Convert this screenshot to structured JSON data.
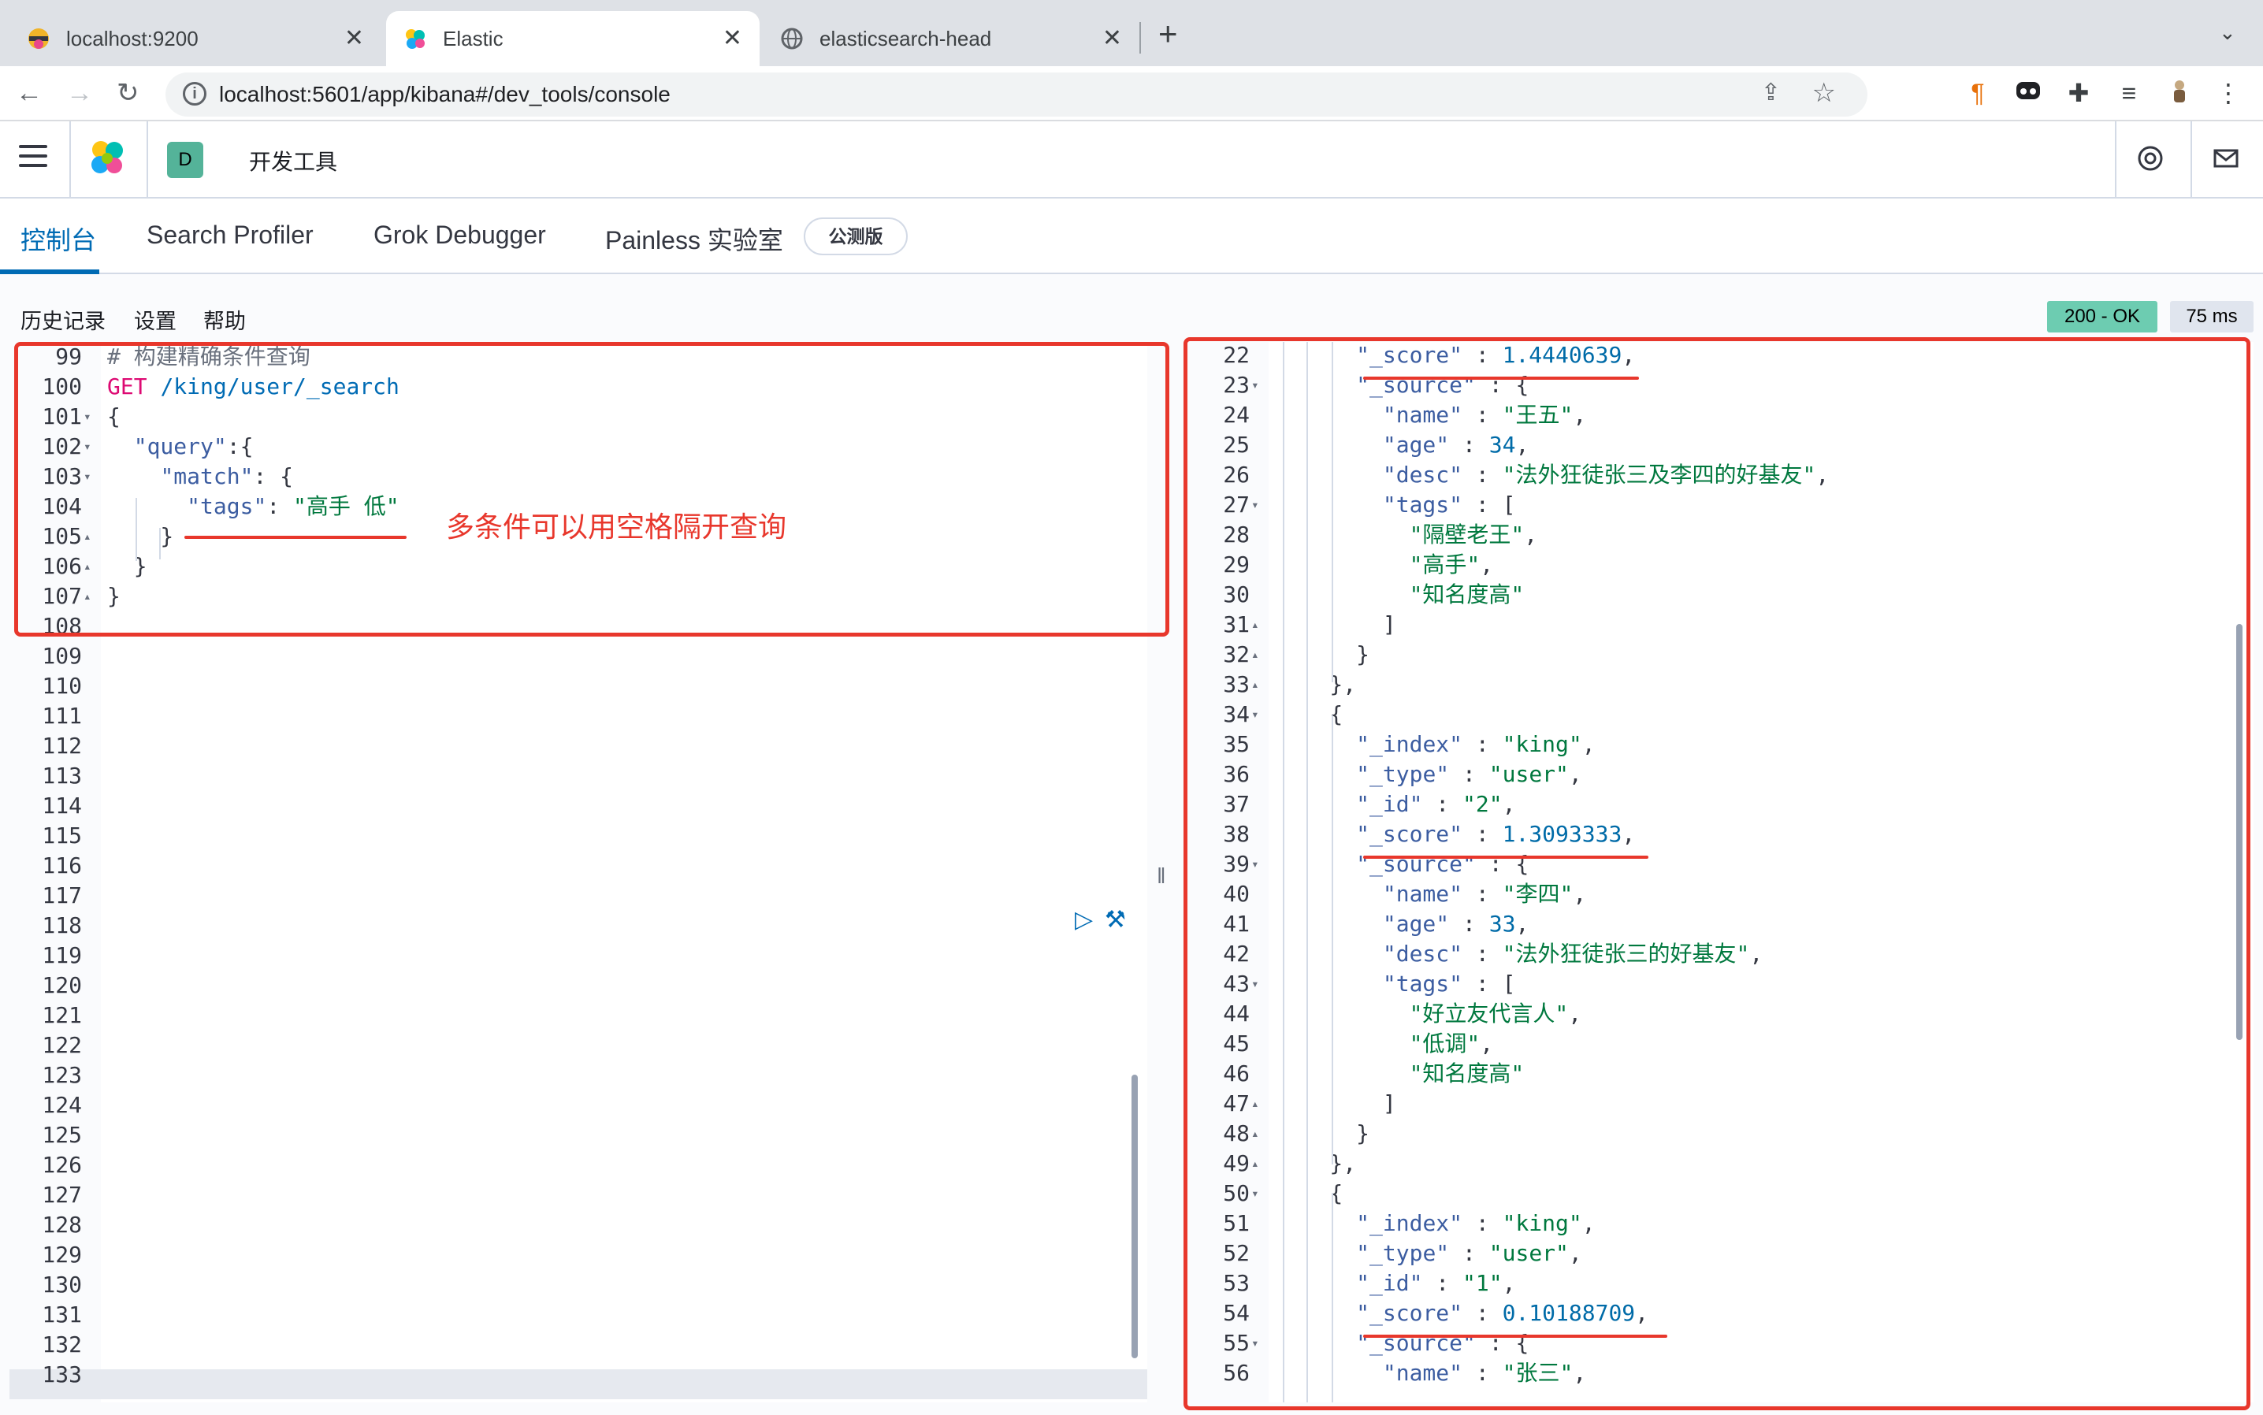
{
  "browser": {
    "tabs": [
      {
        "title": "localhost:9200",
        "active": false
      },
      {
        "title": "Elastic",
        "active": true
      },
      {
        "title": "elasticsearch-head",
        "active": false
      }
    ],
    "url": "localhost:5601/app/kibana#/dev_tools/console"
  },
  "header": {
    "space_initial": "D",
    "title": "开发工具"
  },
  "subtabs": [
    "控制台",
    "Search Profiler",
    "Grok Debugger",
    "Painless 实验室"
  ],
  "beta_badge": "公测版",
  "console_menu": [
    "历史记录",
    "设置",
    "帮助"
  ],
  "response_status": {
    "status": "200 - OK",
    "time": "75 ms"
  },
  "annotation": "多条件可以用空格隔开查询",
  "colors": {
    "accent": "#006bb4",
    "annotation_red": "#e8372c",
    "status_green": "#6dccb1"
  },
  "editor": {
    "lines": [
      {
        "n": "99",
        "fold": "",
        "segs": [
          [
            "c",
            "# 构建精确条件查询"
          ]
        ]
      },
      {
        "n": "100",
        "fold": "",
        "segs": [
          [
            "m",
            "GET"
          ],
          [
            "p",
            " "
          ],
          [
            "u",
            "/king/user/_search"
          ]
        ]
      },
      {
        "n": "101",
        "fold": "▾",
        "segs": [
          [
            "p",
            "{"
          ]
        ]
      },
      {
        "n": "102",
        "fold": "▾",
        "segs": [
          [
            "p",
            "  "
          ],
          [
            "k",
            "\"query\""
          ],
          [
            "p",
            ":{"
          ]
        ]
      },
      {
        "n": "103",
        "fold": "▾",
        "segs": [
          [
            "p",
            "    "
          ],
          [
            "k",
            "\"match\""
          ],
          [
            "p",
            ": {"
          ]
        ]
      },
      {
        "n": "104",
        "fold": "",
        "segs": [
          [
            "p",
            "      "
          ],
          [
            "k",
            "\"tags\""
          ],
          [
            "p",
            ": "
          ],
          [
            "s",
            "\"高手 低\""
          ]
        ]
      },
      {
        "n": "105",
        "fold": "▴",
        "segs": [
          [
            "p",
            "    }"
          ]
        ]
      },
      {
        "n": "106",
        "fold": "▴",
        "segs": [
          [
            "p",
            "  }"
          ]
        ]
      },
      {
        "n": "107",
        "fold": "▴",
        "segs": [
          [
            "p",
            "}"
          ]
        ]
      },
      {
        "n": "108",
        "fold": "",
        "segs": []
      },
      {
        "n": "109",
        "fold": "",
        "segs": []
      },
      {
        "n": "110",
        "fold": "",
        "segs": []
      },
      {
        "n": "111",
        "fold": "",
        "segs": []
      },
      {
        "n": "112",
        "fold": "",
        "segs": []
      },
      {
        "n": "113",
        "fold": "",
        "segs": []
      },
      {
        "n": "114",
        "fold": "",
        "segs": []
      },
      {
        "n": "115",
        "fold": "",
        "segs": []
      },
      {
        "n": "116",
        "fold": "",
        "segs": []
      },
      {
        "n": "117",
        "fold": "",
        "segs": []
      },
      {
        "n": "118",
        "fold": "",
        "segs": []
      },
      {
        "n": "119",
        "fold": "",
        "segs": []
      },
      {
        "n": "120",
        "fold": "",
        "segs": []
      },
      {
        "n": "121",
        "fold": "",
        "segs": []
      },
      {
        "n": "122",
        "fold": "",
        "segs": []
      },
      {
        "n": "123",
        "fold": "",
        "segs": []
      },
      {
        "n": "124",
        "fold": "",
        "segs": []
      },
      {
        "n": "125",
        "fold": "",
        "segs": []
      },
      {
        "n": "126",
        "fold": "",
        "segs": []
      },
      {
        "n": "127",
        "fold": "",
        "segs": []
      },
      {
        "n": "128",
        "fold": "",
        "segs": []
      },
      {
        "n": "129",
        "fold": "",
        "segs": []
      },
      {
        "n": "130",
        "fold": "",
        "segs": []
      },
      {
        "n": "131",
        "fold": "",
        "segs": []
      },
      {
        "n": "132",
        "fold": "",
        "segs": []
      },
      {
        "n": "133",
        "fold": "",
        "segs": []
      }
    ]
  },
  "output": {
    "lines": [
      {
        "n": "22",
        "fold": "",
        "segs": [
          [
            "p",
            "      "
          ],
          [
            "k",
            "\"_score\""
          ],
          [
            "p",
            " : "
          ],
          [
            "n",
            "1.4440639"
          ],
          [
            "p",
            ","
          ]
        ]
      },
      {
        "n": "23",
        "fold": "▾",
        "segs": [
          [
            "p",
            "      "
          ],
          [
            "k",
            "\"_source\""
          ],
          [
            "p",
            " : {"
          ]
        ]
      },
      {
        "n": "24",
        "fold": "",
        "segs": [
          [
            "p",
            "        "
          ],
          [
            "k",
            "\"name\""
          ],
          [
            "p",
            " : "
          ],
          [
            "s",
            "\"王五\""
          ],
          [
            "p",
            ","
          ]
        ]
      },
      {
        "n": "25",
        "fold": "",
        "segs": [
          [
            "p",
            "        "
          ],
          [
            "k",
            "\"age\""
          ],
          [
            "p",
            " : "
          ],
          [
            "n",
            "34"
          ],
          [
            "p",
            ","
          ]
        ]
      },
      {
        "n": "26",
        "fold": "",
        "segs": [
          [
            "p",
            "        "
          ],
          [
            "k",
            "\"desc\""
          ],
          [
            "p",
            " : "
          ],
          [
            "s",
            "\"法外狂徒张三及李四的好基友\""
          ],
          [
            "p",
            ","
          ]
        ]
      },
      {
        "n": "27",
        "fold": "▾",
        "segs": [
          [
            "p",
            "        "
          ],
          [
            "k",
            "\"tags\""
          ],
          [
            "p",
            " : ["
          ]
        ]
      },
      {
        "n": "28",
        "fold": "",
        "segs": [
          [
            "p",
            "          "
          ],
          [
            "s",
            "\"隔壁老王\""
          ],
          [
            "p",
            ","
          ]
        ]
      },
      {
        "n": "29",
        "fold": "",
        "segs": [
          [
            "p",
            "          "
          ],
          [
            "s",
            "\"高手\""
          ],
          [
            "p",
            ","
          ]
        ]
      },
      {
        "n": "30",
        "fold": "",
        "segs": [
          [
            "p",
            "          "
          ],
          [
            "s",
            "\"知名度高\""
          ]
        ]
      },
      {
        "n": "31",
        "fold": "▴",
        "segs": [
          [
            "p",
            "        ]"
          ]
        ]
      },
      {
        "n": "32",
        "fold": "▴",
        "segs": [
          [
            "p",
            "      }"
          ]
        ]
      },
      {
        "n": "33",
        "fold": "▴",
        "segs": [
          [
            "p",
            "    },"
          ]
        ]
      },
      {
        "n": "34",
        "fold": "▾",
        "segs": [
          [
            "p",
            "    {"
          ]
        ]
      },
      {
        "n": "35",
        "fold": "",
        "segs": [
          [
            "p",
            "      "
          ],
          [
            "k",
            "\"_index\""
          ],
          [
            "p",
            " : "
          ],
          [
            "s",
            "\"king\""
          ],
          [
            "p",
            ","
          ]
        ]
      },
      {
        "n": "36",
        "fold": "",
        "segs": [
          [
            "p",
            "      "
          ],
          [
            "k",
            "\"_type\""
          ],
          [
            "p",
            " : "
          ],
          [
            "s",
            "\"user\""
          ],
          [
            "p",
            ","
          ]
        ]
      },
      {
        "n": "37",
        "fold": "",
        "segs": [
          [
            "p",
            "      "
          ],
          [
            "k",
            "\"_id\""
          ],
          [
            "p",
            " : "
          ],
          [
            "s",
            "\"2\""
          ],
          [
            "p",
            ","
          ]
        ]
      },
      {
        "n": "38",
        "fold": "",
        "segs": [
          [
            "p",
            "      "
          ],
          [
            "k",
            "\"_score\""
          ],
          [
            "p",
            " : "
          ],
          [
            "n",
            "1.3093333"
          ],
          [
            "p",
            ","
          ]
        ]
      },
      {
        "n": "39",
        "fold": "▾",
        "segs": [
          [
            "p",
            "      "
          ],
          [
            "k",
            "\"_source\""
          ],
          [
            "p",
            " : {"
          ]
        ]
      },
      {
        "n": "40",
        "fold": "",
        "segs": [
          [
            "p",
            "        "
          ],
          [
            "k",
            "\"name\""
          ],
          [
            "p",
            " : "
          ],
          [
            "s",
            "\"李四\""
          ],
          [
            "p",
            ","
          ]
        ]
      },
      {
        "n": "41",
        "fold": "",
        "segs": [
          [
            "p",
            "        "
          ],
          [
            "k",
            "\"age\""
          ],
          [
            "p",
            " : "
          ],
          [
            "n",
            "33"
          ],
          [
            "p",
            ","
          ]
        ]
      },
      {
        "n": "42",
        "fold": "",
        "segs": [
          [
            "p",
            "        "
          ],
          [
            "k",
            "\"desc\""
          ],
          [
            "p",
            " : "
          ],
          [
            "s",
            "\"法外狂徒张三的好基友\""
          ],
          [
            "p",
            ","
          ]
        ]
      },
      {
        "n": "43",
        "fold": "▾",
        "segs": [
          [
            "p",
            "        "
          ],
          [
            "k",
            "\"tags\""
          ],
          [
            "p",
            " : ["
          ]
        ]
      },
      {
        "n": "44",
        "fold": "",
        "segs": [
          [
            "p",
            "          "
          ],
          [
            "s",
            "\"好立友代言人\""
          ],
          [
            "p",
            ","
          ]
        ]
      },
      {
        "n": "45",
        "fold": "",
        "segs": [
          [
            "p",
            "          "
          ],
          [
            "s",
            "\"低调\""
          ],
          [
            "p",
            ","
          ]
        ]
      },
      {
        "n": "46",
        "fold": "",
        "segs": [
          [
            "p",
            "          "
          ],
          [
            "s",
            "\"知名度高\""
          ]
        ]
      },
      {
        "n": "47",
        "fold": "▴",
        "segs": [
          [
            "p",
            "        ]"
          ]
        ]
      },
      {
        "n": "48",
        "fold": "▴",
        "segs": [
          [
            "p",
            "      }"
          ]
        ]
      },
      {
        "n": "49",
        "fold": "▴",
        "segs": [
          [
            "p",
            "    },"
          ]
        ]
      },
      {
        "n": "50",
        "fold": "▾",
        "segs": [
          [
            "p",
            "    {"
          ]
        ]
      },
      {
        "n": "51",
        "fold": "",
        "segs": [
          [
            "p",
            "      "
          ],
          [
            "k",
            "\"_index\""
          ],
          [
            "p",
            " : "
          ],
          [
            "s",
            "\"king\""
          ],
          [
            "p",
            ","
          ]
        ]
      },
      {
        "n": "52",
        "fold": "",
        "segs": [
          [
            "p",
            "      "
          ],
          [
            "k",
            "\"_type\""
          ],
          [
            "p",
            " : "
          ],
          [
            "s",
            "\"user\""
          ],
          [
            "p",
            ","
          ]
        ]
      },
      {
        "n": "53",
        "fold": "",
        "segs": [
          [
            "p",
            "      "
          ],
          [
            "k",
            "\"_id\""
          ],
          [
            "p",
            " : "
          ],
          [
            "s",
            "\"1\""
          ],
          [
            "p",
            ","
          ]
        ]
      },
      {
        "n": "54",
        "fold": "",
        "segs": [
          [
            "p",
            "      "
          ],
          [
            "k",
            "\"_score\""
          ],
          [
            "p",
            " : "
          ],
          [
            "n",
            "0.10188709"
          ],
          [
            "p",
            ","
          ]
        ]
      },
      {
        "n": "55",
        "fold": "▾",
        "segs": [
          [
            "p",
            "      "
          ],
          [
            "k",
            "\"_source\""
          ],
          [
            "p",
            " : {"
          ]
        ]
      },
      {
        "n": "56",
        "fold": "",
        "segs": [
          [
            "p",
            "        "
          ],
          [
            "k",
            "\"name\""
          ],
          [
            "p",
            " : "
          ],
          [
            "s",
            "\"张三\""
          ],
          [
            "p",
            ","
          ]
        ]
      }
    ]
  }
}
